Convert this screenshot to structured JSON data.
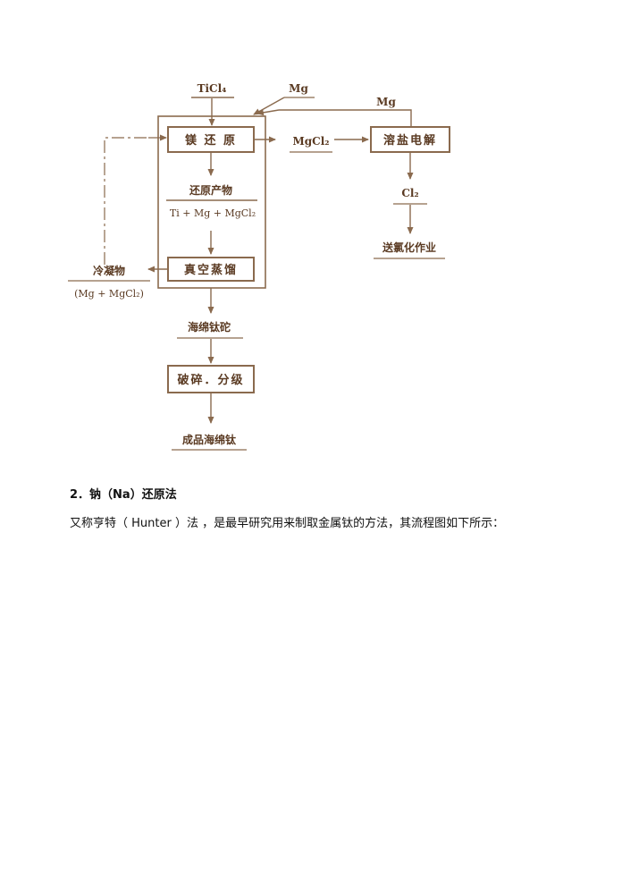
{
  "diagram": {
    "inputs": {
      "ticl4": "TiCl₄",
      "mg_top": "Mg",
      "mg_right": "Mg"
    },
    "boxes": {
      "mg_reduction": "镁 还 原",
      "vacuum_distillation": "真空蒸馏",
      "crushing": "破碎．分级",
      "molten_salt_electrolysis": "溶盐电解"
    },
    "nodes": {
      "reduction_product": "还原产物",
      "reduction_product_formula": "Ti + Mg + MgCl₂",
      "condensate": "冷凝物",
      "condensate_formula": "(Mg + MgCl₂)",
      "sponge_lump": "海绵钛砣",
      "final_product": "成品海绵钛",
      "mgcl2": "MgCl₂",
      "cl2": "Cl₂",
      "to_chlorination": "送氯化作业"
    },
    "colors": {
      "line": "#8a6a4e",
      "box_border": "#8a6a4e",
      "text": "#5a3a22"
    }
  },
  "section": {
    "heading": "2．钠（Na）还原法",
    "body": "又称亨特（  Hunter  ）法 ，是最早研究用来制取金属钛的方法，其流程图如下所示："
  }
}
